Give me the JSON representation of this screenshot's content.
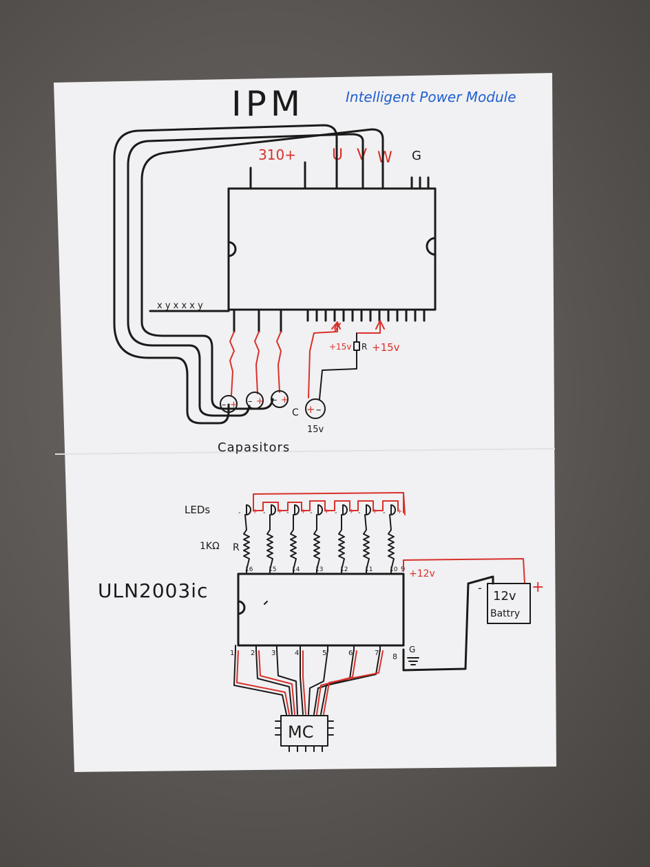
{
  "ipm": {
    "title": "IPM",
    "subtitle": "Intelligent Power Module",
    "terminal_voltage": "310+",
    "terminal_u": "U",
    "terminal_v": "V",
    "terminal_w": "W",
    "terminal_g": "G",
    "pin_marks": "x y x x x y",
    "plus15_left": "+15v",
    "resistor_label": "R",
    "plus15_right": "+15v",
    "cap_15v": "15v",
    "cap_c": "C",
    "capacitors_label": "Capasitors"
  },
  "uln": {
    "title": "ULN2003ic",
    "leds_label": "LEDs",
    "resistor_value": "1KΩ",
    "resistor_symbol": "R",
    "top_pins": [
      "16",
      "15",
      "14",
      "13",
      "12",
      "11",
      "10"
    ],
    "pin9": "9",
    "plus12": "+12v",
    "bottom_pins": [
      "1",
      "2",
      "3",
      "4",
      "5",
      "6",
      "7"
    ],
    "pin8": "8",
    "ground": "G",
    "battery_line1": "12v",
    "battery_line2": "Battry",
    "battery_plus": "+",
    "battery_minus": "-",
    "mc_label": "MC"
  },
  "colors": {
    "paper": "#f1f0f2",
    "ink": "#1a1a1a",
    "red_ink": "#d8302a",
    "blue_ink": "#1f5fd0"
  }
}
